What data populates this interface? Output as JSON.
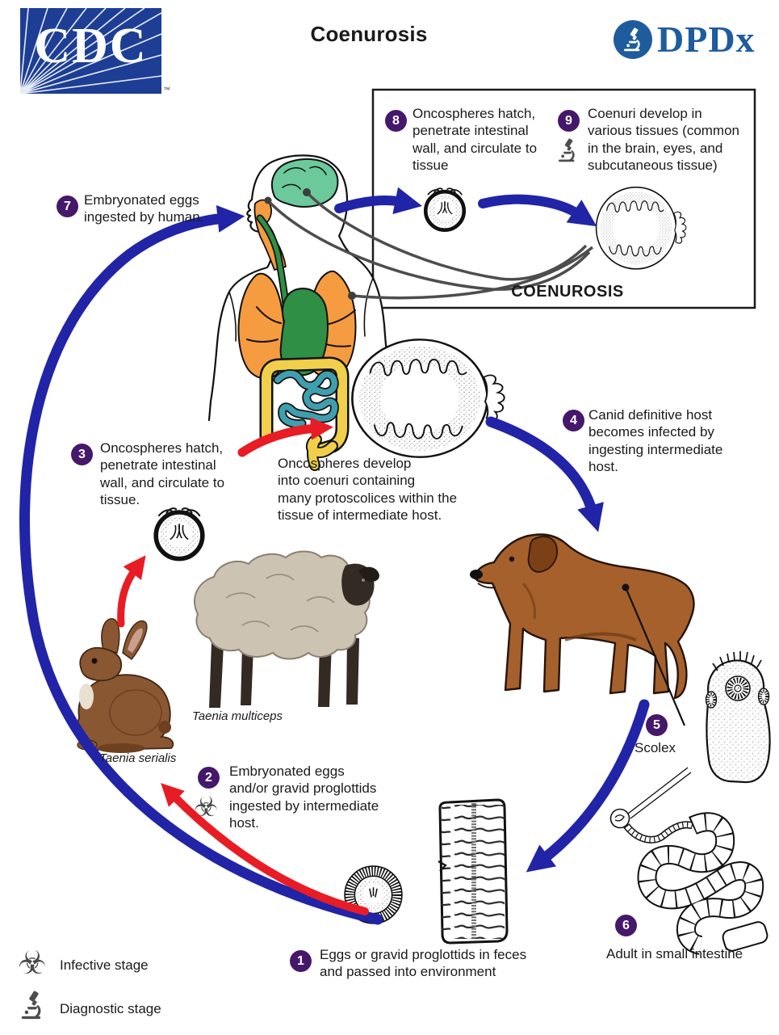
{
  "header": {
    "cdc_logo": "CDC",
    "cdc_trademark": "™",
    "title": "Coenurosis",
    "dpdx_logo": "DPDx"
  },
  "inset": {
    "caption": "COENUROSIS",
    "steps": {
      "s8": {
        "number": "8",
        "text": "Oncospheres hatch,\npenetrate intestinal\nwall, and circulate to\ntissue"
      },
      "s9": {
        "number": "9",
        "text": "Coenuri develop in\nvarious tissues (common\nin the brain, eyes, and\nsubcutaneous tissue)",
        "icon": "microscope-icon"
      }
    }
  },
  "steps": {
    "s1": {
      "number": "1",
      "text": "Eggs or gravid proglottids in feces\nand passed into environment"
    },
    "s2": {
      "number": "2",
      "text": "Embryonated eggs\nand/or gravid proglottids\ningested by intermediate\nhost.",
      "icon": "biohazard-icon"
    },
    "s3": {
      "number": "3",
      "text": "Oncospheres hatch,\npenetrate intestinal\nwall, and circulate to\ntissue."
    },
    "s4": {
      "number": "4",
      "text": "Canid definitive host\nbecomes infected by\ningesting intermediate\nhost."
    },
    "s5": {
      "number": "5",
      "text": "Scolex"
    },
    "s6": {
      "number": "6",
      "text": "Adult in small intestine"
    },
    "s7": {
      "number": "7",
      "text": "Embryonated eggs\ningested by human."
    }
  },
  "annotations": {
    "center_note": "Oncospheres develop\ninto coenuri containing\nmany protoscolices within the\ntissue of intermediate host.",
    "taenia_multiceps": "Taenia multiceps",
    "taenia_serialis": "Taenia serialis"
  },
  "legend": {
    "infective": {
      "icon": "biohazard-icon",
      "label": "Infective stage"
    },
    "diagnostic": {
      "icon": "microscope-icon",
      "label": "Diagnostic stage"
    }
  },
  "icons": {
    "biohazard_glyph": "☣"
  },
  "colors": {
    "arrow_blue": "#2124a6",
    "arrow_red": "#e81c24",
    "badge_purple": "#45186b",
    "cdc_blue": "#1d3e94",
    "dpdx_blue": "#1e5c9e"
  }
}
